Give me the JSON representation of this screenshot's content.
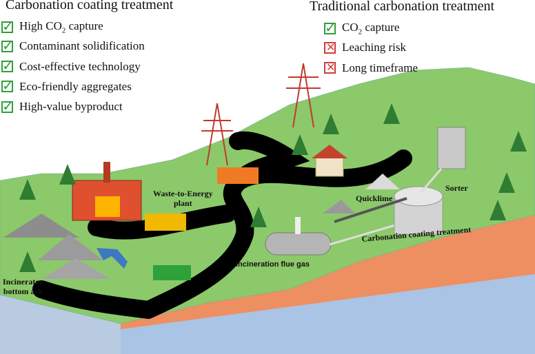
{
  "left_panel": {
    "title": "Carbonation coating treatment",
    "items": [
      {
        "pre": "High CO",
        "sub": "2",
        "post": " capture",
        "status": "check"
      },
      {
        "pre": "Contaminant solidification",
        "status": "check"
      },
      {
        "pre": "Cost-effective technology",
        "status": "check"
      },
      {
        "pre": "Eco-friendly aggregates",
        "status": "check"
      },
      {
        "pre": "High-value byproduct",
        "status": "check"
      }
    ]
  },
  "right_panel": {
    "title": "Traditional carbonation treatment",
    "items": [
      {
        "pre": "CO",
        "sub": "2",
        "post": " capture",
        "status": "check"
      },
      {
        "pre": "Leaching risk",
        "status": "cross"
      },
      {
        "pre": "Long timeframe",
        "status": "cross"
      }
    ]
  },
  "labels": {
    "wte_line1": "Waste-to-Energy",
    "wte_line2": "plant",
    "quicklime": "Quicklime",
    "sorter": "Sorter",
    "carbonation": "Carbonation coating treatment",
    "flue_gas": "Incineration flue gas",
    "ash_line1": "Incinerator",
    "ash_line2": "bottom ash"
  },
  "icons": {
    "check": "✓",
    "cross": "✕"
  },
  "colors": {
    "grass": "#8cc96a",
    "soil": "#ee8f62",
    "water": "#a9c4e4",
    "road": "#000000",
    "check": "#2f9e3a",
    "cross": "#d23a3a"
  }
}
